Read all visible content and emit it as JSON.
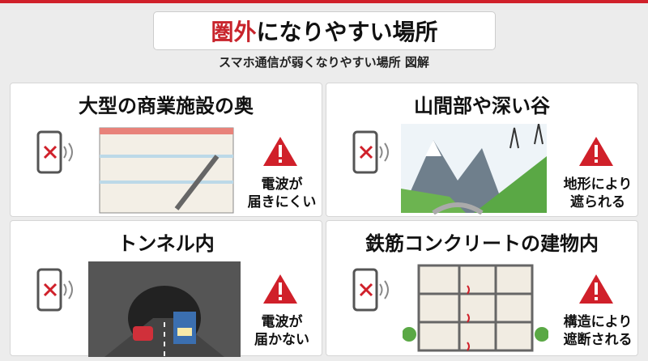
{
  "header": {
    "title_red": "圏外",
    "title_rest": "になりやすい場所",
    "subtitle": "スマホ通信が弱くなりやすい場所 図解"
  },
  "colors": {
    "accent": "#c8242c",
    "background": "#ececec"
  },
  "panels": [
    {
      "title": "大型の商業施設の奥",
      "note_line1": "電波が",
      "note_line2": "届きにくい",
      "illustration": "shopping-mall"
    },
    {
      "title": "山間部や深い谷",
      "note_line1": "地形により",
      "note_line2": "遮られる",
      "illustration": "mountain-valley"
    },
    {
      "title": "トンネル内",
      "note_line1": "電波が",
      "note_line2": "届かない",
      "illustration": "tunnel"
    },
    {
      "title": "鉄筋コンクリートの建物内",
      "note_line1": "構造により",
      "note_line2": "遮断される",
      "illustration": "concrete-building"
    }
  ],
  "icons": {
    "phone": "phone-no-signal-icon",
    "warning": "warning-triangle-icon"
  }
}
